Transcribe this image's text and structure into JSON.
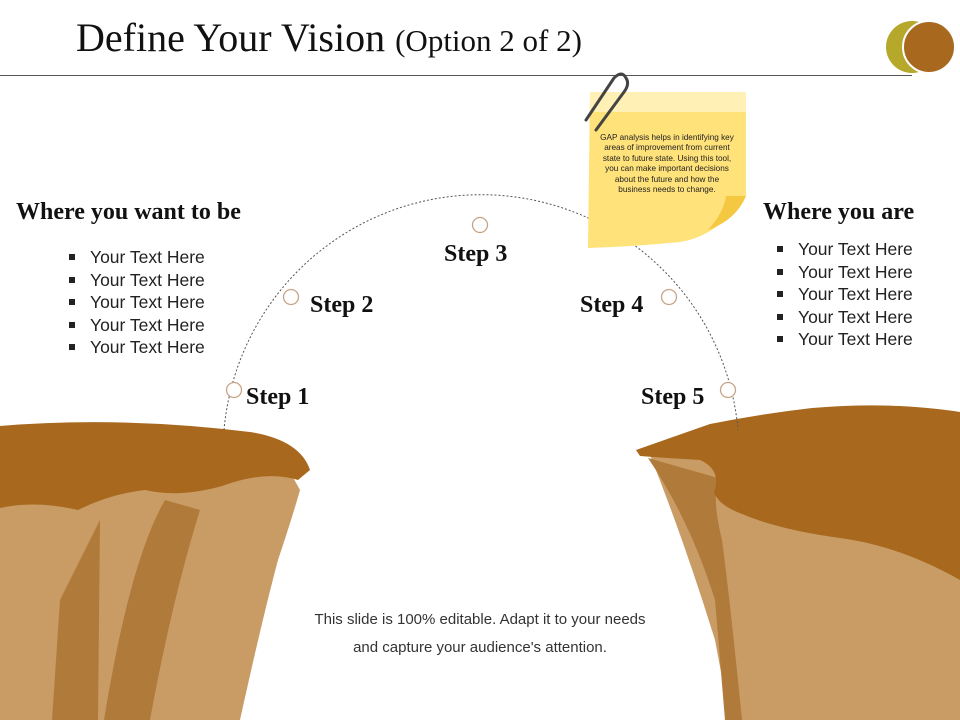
{
  "slide": {
    "title": "Define Your Vision",
    "title_suffix": "(Option 2 of 2)"
  },
  "left_panel": {
    "heading": "Where you want to be",
    "bullets": [
      "Your Text Here",
      "Your Text Here",
      "Your Text Here",
      "Your Text Here",
      "Your Text Here"
    ]
  },
  "right_panel": {
    "heading": "Where you are",
    "bullets": [
      "Your Text Here",
      "Your Text Here",
      "Your Text Here",
      "Your Text Here",
      "Your Text Here"
    ]
  },
  "steps": [
    "Step 1",
    "Step 2",
    "Step 3",
    "Step 4",
    "Step 5"
  ],
  "sticky_note": {
    "text": "GAP analysis helps in identifying key areas of improvement from current state to future state. Using this tool, you can make important decisions about the future and how the business needs to change."
  },
  "footer": {
    "line1": "This slide is 100% editable. Adapt it to your needs",
    "line2": "and capture your audience's attention."
  },
  "colors": {
    "cliff_dark": "#a8691f",
    "cliff_mid": "#b07a3a",
    "cliff_light": "#c99c66",
    "note_yellow": "#ffe27a",
    "note_highlight": "#fff1b5",
    "logo_olive": "#b5a82a",
    "logo_brown": "#a8691f"
  }
}
